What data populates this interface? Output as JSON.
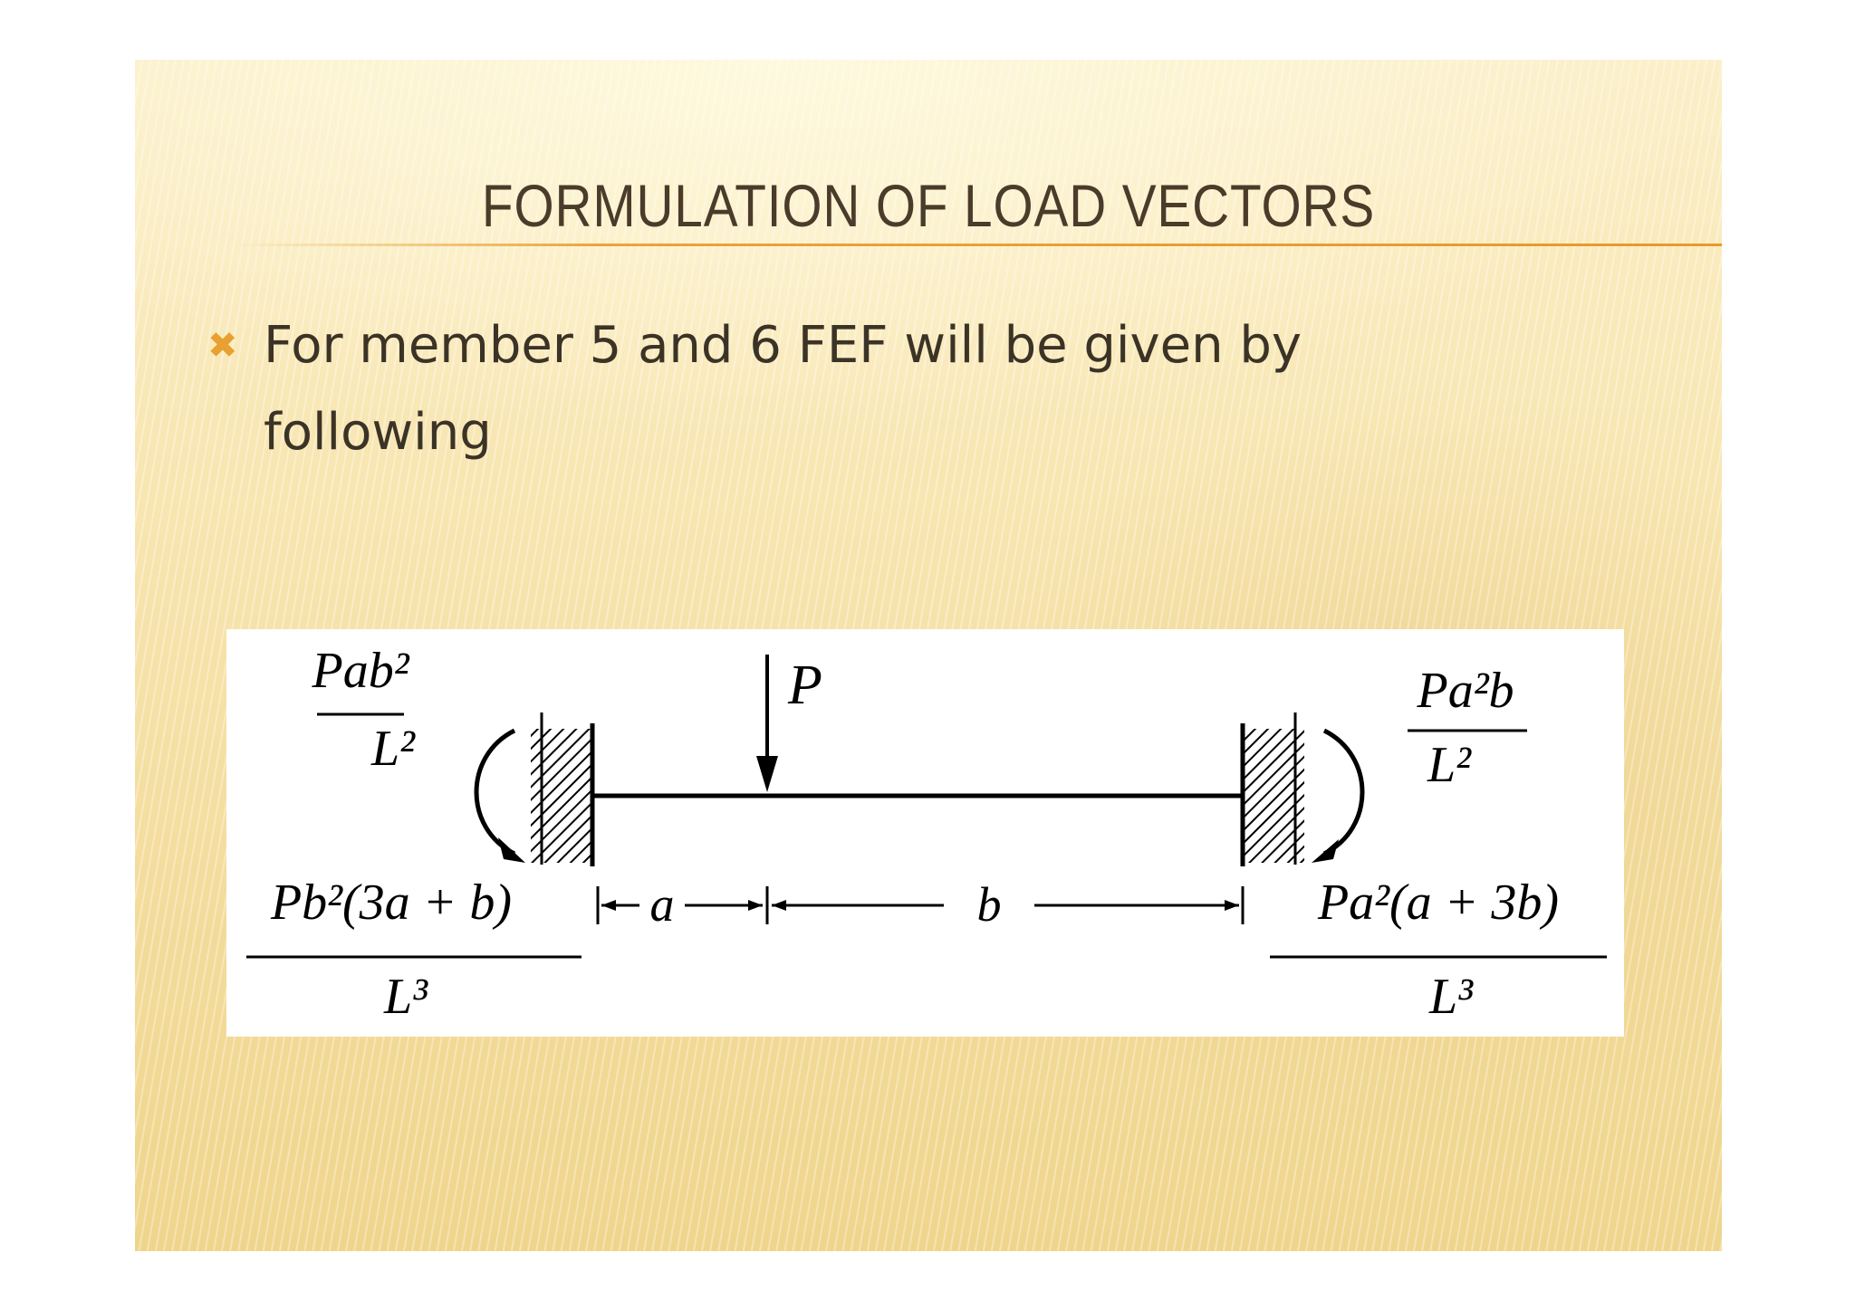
{
  "slide": {
    "title": "FORMULATION OF LOAD VECTORS",
    "bullet_icon": "x-mark-icon",
    "bullet_text": "For member 5 and 6 FEF will be given by following",
    "accent_color": "#e8a030",
    "title_color": "#4b3b2a"
  },
  "diagram": {
    "load_label": "P",
    "left_moment": {
      "numerator": "Pab²",
      "denominator": "L²"
    },
    "right_moment": {
      "numerator": "Pa²b",
      "denominator": "L²"
    },
    "left_reaction": {
      "numerator": "Pb²(3a + b)",
      "denominator": "L³"
    },
    "right_reaction": {
      "numerator": "Pa²(a + 3b)",
      "denominator": "L³"
    },
    "dimension_a": "a",
    "dimension_b": "b"
  }
}
